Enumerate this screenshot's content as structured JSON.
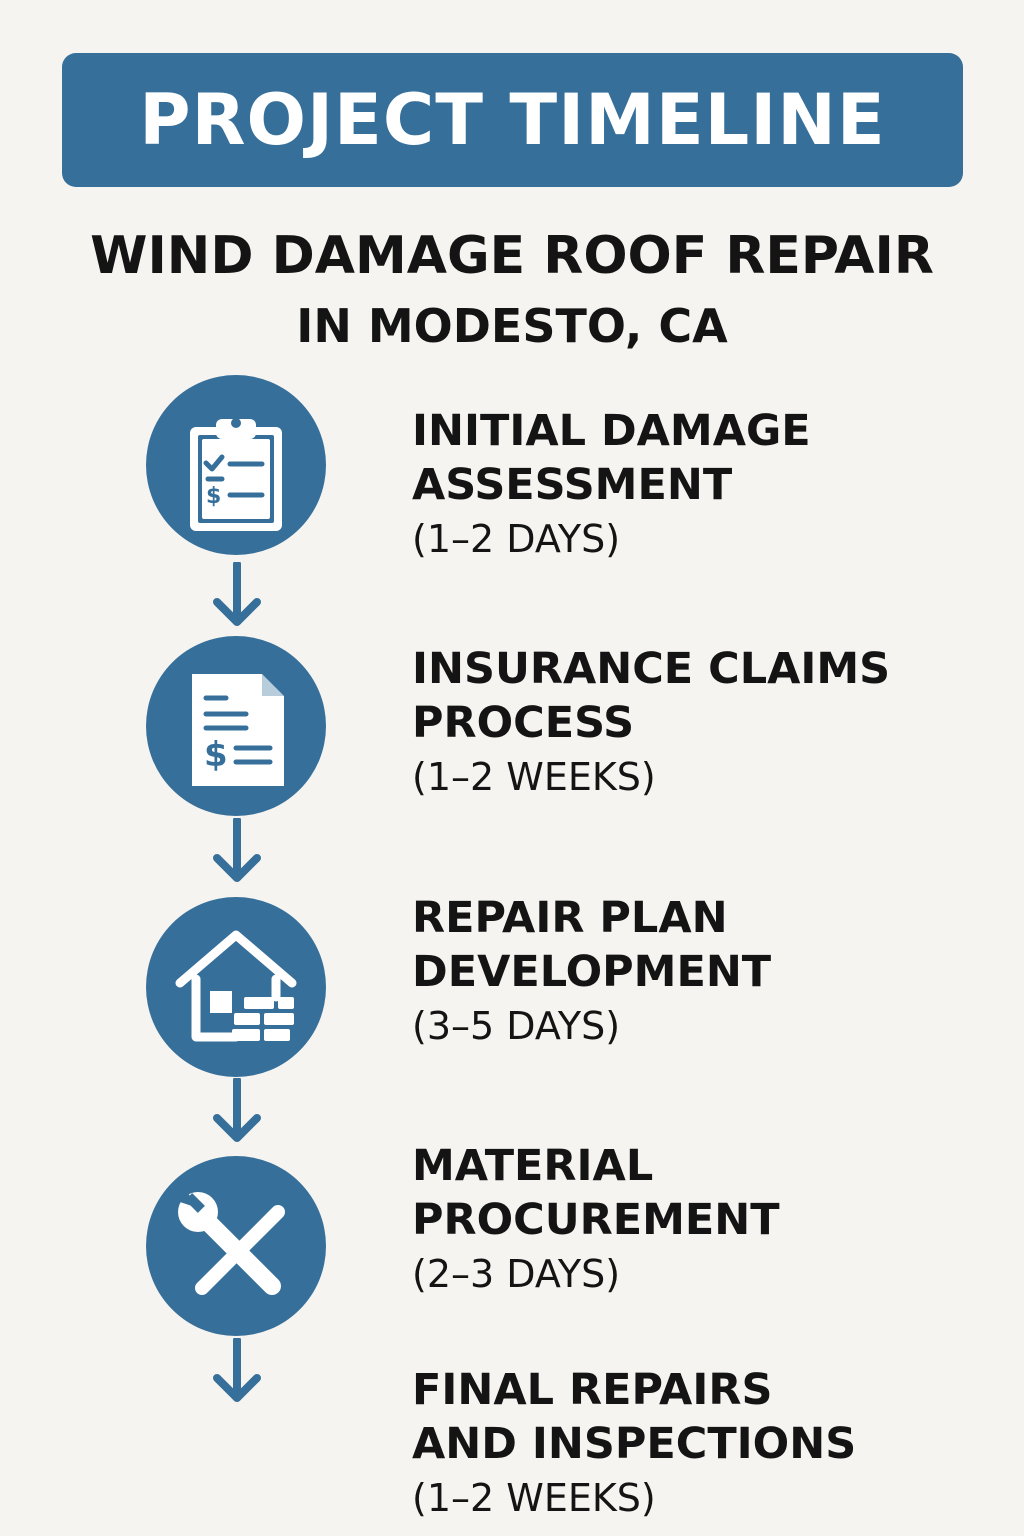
{
  "header": {
    "title": "PROJECT TIMELINE"
  },
  "subtitle": {
    "line1": "WIND DAMAGE ROOF REPAIR",
    "line2": "IN MODESTO, CA"
  },
  "colors": {
    "accent": "#356f9a",
    "background": "#f6f4f0",
    "text": "#141414"
  },
  "steps": [
    {
      "title_line1": "INITIAL DAMAGE",
      "title_line2": "ASSESSMENT",
      "duration": "(1–2 DAYS)",
      "icon": "clipboard-checklist-icon"
    },
    {
      "title_line1": "INSURANCE CLAIMS",
      "title_line2": "PROCESS",
      "duration": "(1–2 WEEKS)",
      "icon": "document-dollar-icon"
    },
    {
      "title_line1": "REPAIR PLAN",
      "title_line2": "DEVELOPMENT",
      "duration": "(3–5 DAYS)",
      "icon": "house-bricks-icon"
    },
    {
      "title_line1": "MATERIAL",
      "title_line2": "PROCUREMENT",
      "duration": "(2–3 DAYS)",
      "icon": "wrench-screwdriver-icon"
    },
    {
      "title_line1": "FINAL REPAIRS",
      "title_line2": "AND INSPECTIONS",
      "duration": "(1–2 WEEKS)"
    }
  ]
}
